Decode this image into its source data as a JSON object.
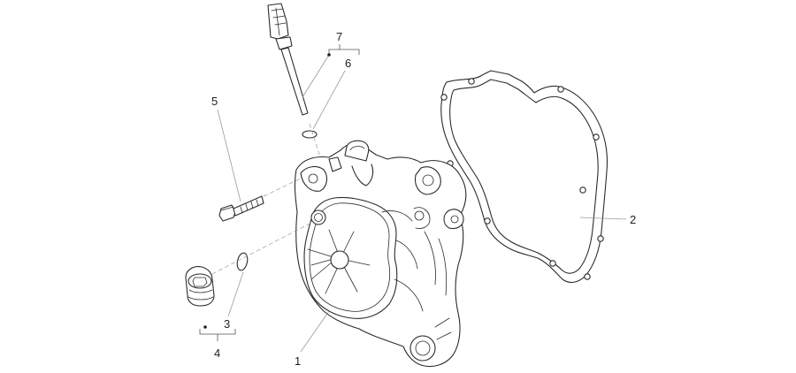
{
  "callouts": [
    {
      "id": "1",
      "label": "1"
    },
    {
      "id": "2",
      "label": "2"
    },
    {
      "id": "3",
      "label": "3"
    },
    {
      "id": "4",
      "label": "4"
    },
    {
      "id": "5",
      "label": "5"
    },
    {
      "id": "6",
      "label": "6"
    },
    {
      "id": "7",
      "label": "7"
    }
  ],
  "colors": {
    "line": "#2b2b2b",
    "leader": "#9a9a9a",
    "background": "#ffffff"
  }
}
